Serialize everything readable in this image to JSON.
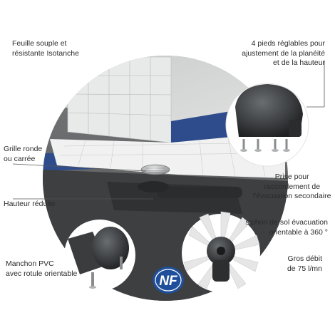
{
  "labels": {
    "feuille": [
      "Feuille souple et",
      "résistante Isotanche"
    ],
    "pieds": [
      "4 pieds réglables pour",
      "ajustement de la planéité",
      "et de la hauteur"
    ],
    "grille": [
      "Grille ronde",
      "ou carrée"
    ],
    "prise": [
      "Prise pour",
      "raccordement de",
      "l'évacuation secondaire"
    ],
    "hauteur": [
      "Hauteur réduite"
    ],
    "siphon": [
      "siphon de sol évacuation",
      "orientable à 360 °"
    ],
    "debit": [
      "Gros débit",
      "de 75 l/mn"
    ],
    "manchon": [
      "Manchon PVC",
      "avec rotule orientable"
    ]
  },
  "logo": {
    "text": "NF",
    "color": "#1f4f9a"
  },
  "colors": {
    "wall": "#d8dad9",
    "tiles": "#e9ecea",
    "membrane": "#2e4c8c",
    "dark_base": "#3d3f41",
    "floor": "#6c6e6f",
    "line": "#555555"
  }
}
